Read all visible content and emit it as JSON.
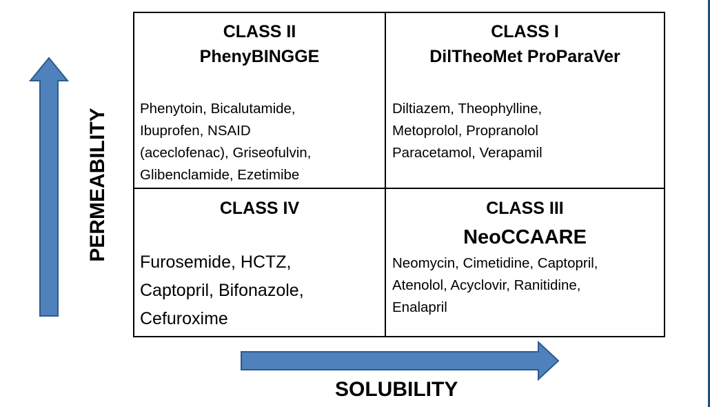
{
  "quadrants": {
    "top_left": {
      "class_label": "CLASS  II",
      "mnemonic": "PhenyBINGGE",
      "drugs": "Phenytoin, Bicalutamide,\nIbuprofen, NSAID\n(aceclofenac), Griseofulvin,\nGlibenclamide, Ezetimibe"
    },
    "top_right": {
      "class_label": "CLASS  I",
      "mnemonic": "DilTheoMet ProParaVer",
      "drugs": "Diltiazem, Theophylline,\nMetoprolol, Propranolol\nParacetamol, Verapamil"
    },
    "bottom_left": {
      "class_label": "CLASS  IV",
      "drugs": "Furosemide, HCTZ,\nCaptopril, Bifonazole,\nCefuroxime"
    },
    "bottom_right": {
      "class_label": "CLASS III",
      "mnemonic": "NeoCCAARE",
      "drugs": " Neomycin, Cimetidine, Captopril,\nAtenolol, Acyclovir, Ranitidine,\nEnalapril"
    }
  },
  "axes": {
    "y_label": "PERMEABILITY",
    "x_label": "SOLUBILITY"
  },
  "colors": {
    "arrow_fill": "#4f81bd",
    "arrow_stroke": "#2c5a8c"
  }
}
